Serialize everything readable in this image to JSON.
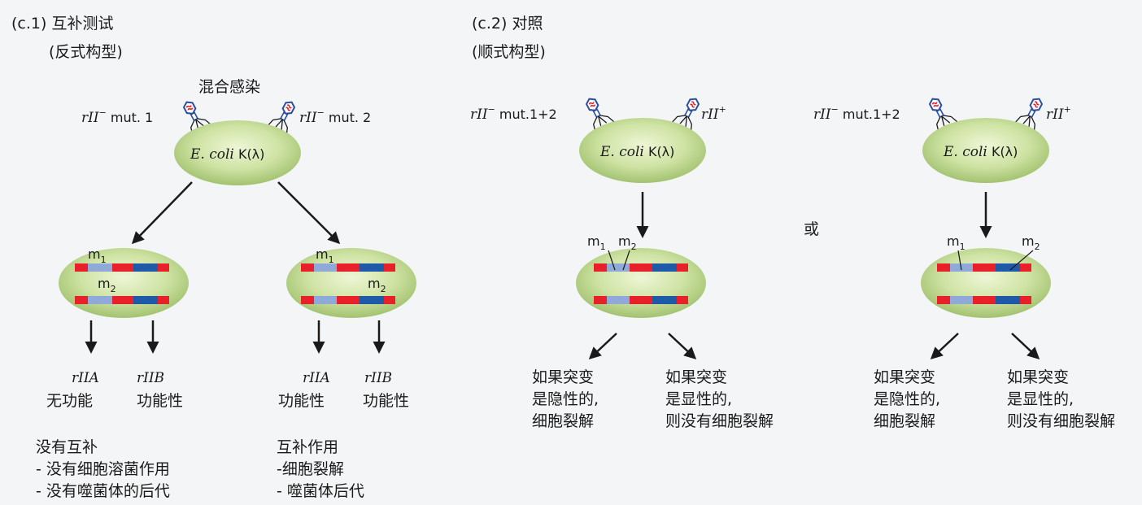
{
  "panel_c1": {
    "title": "(c.1)  互补测试",
    "subtitle": "(反式构型)",
    "mixed_infection": "混合感染",
    "phage_left": {
      "italic": "rII",
      "sup": "−",
      "rest": " mut. 1"
    },
    "phage_right": {
      "italic": "rII",
      "sup": "−",
      "rest": " mut. 2"
    },
    "host": {
      "italic": "E. coli",
      "rest": " K(λ)"
    },
    "cell_left": {
      "m1": "m",
      "m1_sub": "1",
      "m2": "m",
      "m2_sub": "2"
    },
    "cell_right": {
      "m1": "m",
      "m1_sub": "1",
      "m2": "m",
      "m2_sub": "2"
    },
    "left_genes": [
      {
        "gene": "rIIA",
        "status": "无功能"
      },
      {
        "gene": "rIIB",
        "status": "功能性"
      }
    ],
    "right_genes": [
      {
        "gene": "rIIA",
        "status": "功能性"
      },
      {
        "gene": "rIIB",
        "status": "功能性"
      }
    ],
    "left_result": [
      "没有互补",
      "- 没有细胞溶菌作用",
      "- 没有噬菌体的后代"
    ],
    "right_result": [
      "互补作用",
      "-细胞裂解",
      "- 噬菌体后代"
    ]
  },
  "panel_c2": {
    "title": "(c.2)  对照",
    "subtitle": "(顺式构型)",
    "or_label": "或",
    "diagrams": [
      {
        "phage_left": {
          "italic": "rII",
          "sup": "−",
          "rest": " mut.1+2"
        },
        "phage_right": {
          "italic": "rII",
          "sup": "+"
        },
        "host": {
          "italic": "E. coli",
          "rest": " K(λ)"
        },
        "m1": "m",
        "m1_sub": "1",
        "m2": "m",
        "m2_sub": "2",
        "outcome_left": [
          "如果突变",
          "是隐性的,",
          "细胞裂解"
        ],
        "outcome_right": [
          "如果突变",
          "是显性的,",
          "则没有细胞裂解"
        ]
      },
      {
        "phage_left": {
          "italic": "rII",
          "sup": "−",
          "rest": " mut.1+2"
        },
        "phage_right": {
          "italic": "rII",
          "sup": "+"
        },
        "host": {
          "italic": "E. coli",
          "rest": " K(λ)"
        },
        "m1": "m",
        "m1_sub": "1",
        "m2": "m",
        "m2_sub": "2",
        "outcome_left": [
          "如果突变",
          "是隐性的,",
          "细胞裂解"
        ],
        "outcome_right": [
          "如果突变",
          "是显性的,",
          "则没有细胞裂解"
        ]
      }
    ]
  },
  "colors": {
    "background": "#f4f5f6",
    "cell_fill_center": "#e6f1c7",
    "cell_fill_edge": "#a9c877",
    "dna_red": "#e8202a",
    "dna_light_blue": "#8faad8",
    "dna_dark_blue": "#1f5aa8",
    "arrow": "#1a1a1a"
  }
}
